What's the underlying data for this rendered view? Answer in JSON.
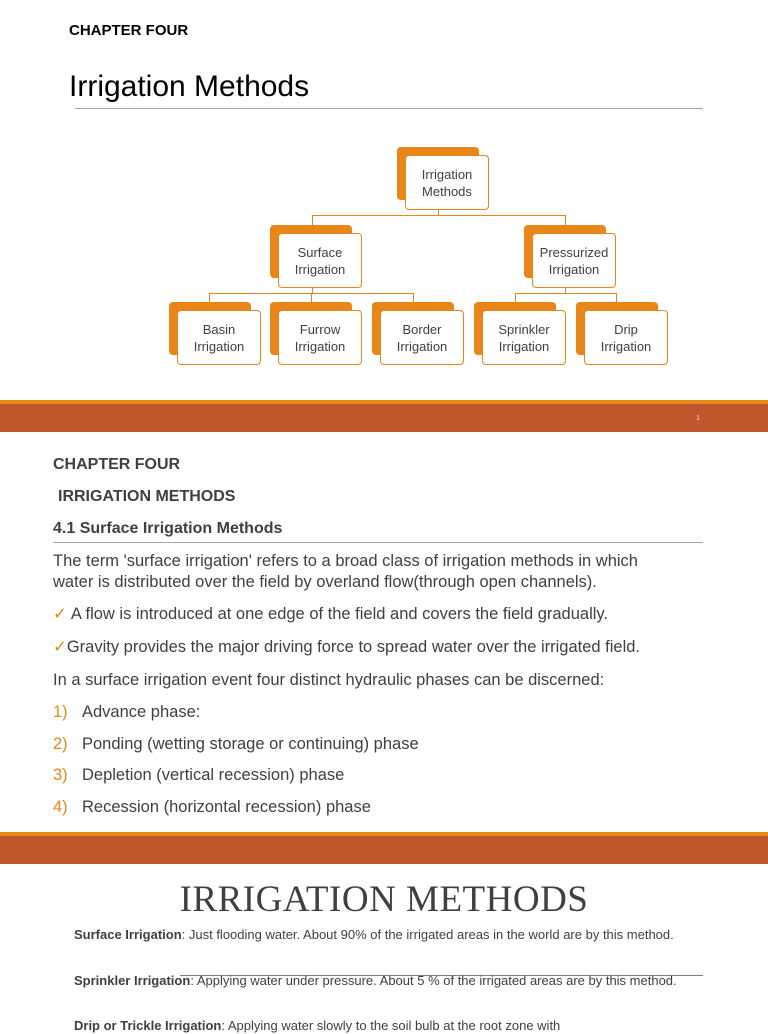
{
  "slide1": {
    "chapter_label": "CHAPTER FOUR",
    "title": "Irrigation Methods",
    "page_number": "1",
    "diagram": {
      "root": "Irrigation\nMethods",
      "surface": "Surface\nIrrigation",
      "pressurized": "Pressurized\nIrrigation",
      "basin": "Basin\nIrrigation",
      "furrow": "Furrow\nIrrigation",
      "border": "Border\nIrrigation",
      "sprinkler": "Sprinkler\nIrrigation",
      "drip": "Drip\nIrrigation"
    }
  },
  "slide2": {
    "chapter_label": "CHAPTER FOUR",
    "subtitle": "IRRIGATION METHODS",
    "section_heading": "4.1 Surface Irrigation Methods",
    "intro_line1": "The term 'surface irrigation' refers to a broad class of irrigation methods in which",
    "intro_line2": "water is distributed over the field by overland flow(through open channels).",
    "check_mark": "✓",
    "bullet1": "A flow is introduced at one edge of the field and covers the field gradually.",
    "bullet2": "Gravity provides the major driving force to spread water over the irrigated field.",
    "phases_intro": "In a surface irrigation event four distinct hydraulic phases can be discerned:",
    "phases": [
      {
        "num": "1)",
        "text": "Advance phase:"
      },
      {
        "num": "2)",
        "text": "Ponding (wetting storage or continuing) phase"
      },
      {
        "num": "3)",
        "text": "Depletion (vertical recession) phase"
      },
      {
        "num": "4)",
        "text": "Recession (horizontal recession) phase"
      }
    ]
  },
  "slide3": {
    "title": "IRRIGATION METHODS",
    "surface_label": "Surface Irrigation",
    "surface_text": ":  Just flooding water.  About 90% of the irrigated areas in the world are by this method.",
    "sprinkler_label": "Sprinkler Irrigation",
    "sprinkler_text": ":  Applying water under pressure.  About 5 % of the irrigated areas are by this method.",
    "drip_label": "Drip or Trickle Irrigation",
    "drip_text": ":  Applying water slowly to the soil bulb at the root zone with"
  },
  "colors": {
    "accent_orange": "#e8861a",
    "band_brown": "#c0562c"
  }
}
